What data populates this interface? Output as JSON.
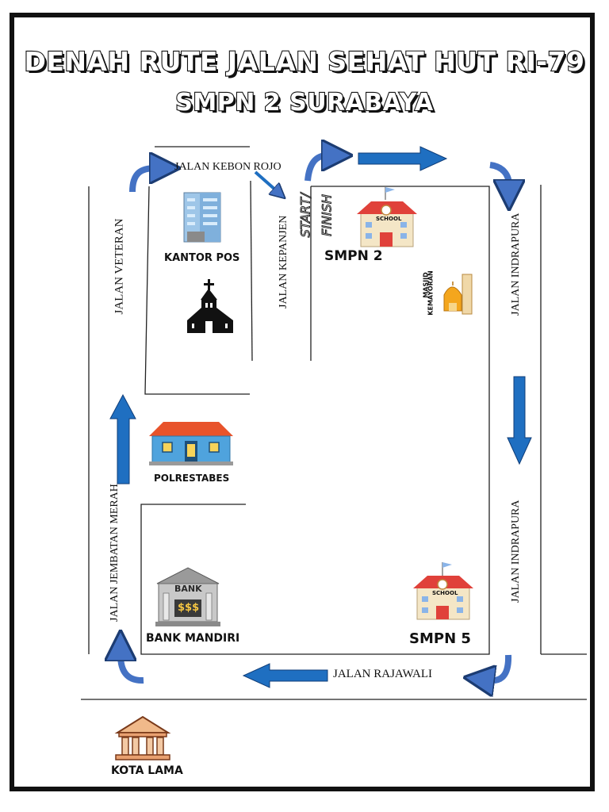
{
  "map": {
    "title_line1": "DENAH RUTE JALAN SEHAT HUT RI-79",
    "title_line2": "SMPN 2 SURABAYA"
  },
  "streets": {
    "kebon_rojo": "JALAN KEBON ROJO",
    "veteran": "JALAN VETERAN",
    "kepanjen": "JALAN KEPANJEN",
    "indrapura_top": "JALAN INDRAPURA",
    "indrapura_bottom": "JALAN INDRAPURA",
    "jembatan_merah": "JALAN JEMBATAN MERAH",
    "rajawali": "JALAN RAJAWALI"
  },
  "landmarks": {
    "kantor_pos": "KANTOR POS",
    "smpn2": "SMPN 2",
    "masjid_line1": "MASJID",
    "masjid_line2": "KEMAYORAN",
    "polrestabes": "POLRESTABES",
    "bank_mandiri": "BANK MANDIRI",
    "smpn5": "SMPN 5",
    "kota_lama": "KOTA LAMA",
    "start_line1": "START/",
    "start_line2": "FINISH",
    "school_sign": "SCHOOL",
    "bank_sign": "BANK",
    "bank_money": "$$$"
  },
  "colors": {
    "route_arrow": "#1f6fc1",
    "curve_arrow": "#4472c4",
    "school_roof": "#e0413a",
    "police_roof": "#e8532b",
    "police_wall": "#4fa3dd"
  }
}
